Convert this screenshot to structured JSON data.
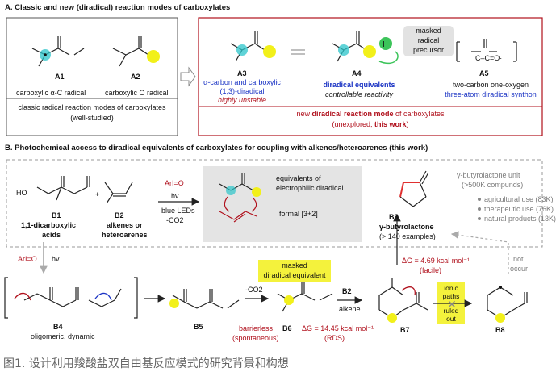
{
  "section_a": {
    "header": "A. Classic and new (diradical) reaction modes of carboxylates",
    "a1_label": "A1",
    "a1_desc": "carboxylic α-C radical",
    "a2_label": "A2",
    "a2_desc": "carboxylic O radical",
    "classic_note_line1": "classic radical reaction modes of carboxylates",
    "classic_note_line2": "(well-studied)",
    "a3_label": "A3",
    "a3_desc_line1": "α-carbon and carboxylic",
    "a3_desc_line2": "(1,3)-diradical",
    "a3_desc_line3": "highly unstable",
    "a4_label": "A4",
    "a4_desc_line1": "diradical equivalents",
    "a4_desc_line2": "controllable reactivity",
    "masked_line1": "masked",
    "masked_line2": "radical",
    "masked_line3": "precursor",
    "a5_label": "A5",
    "a5_desc_line1": "two-carbon one-oxygen",
    "a5_desc_line2": "three-atom diradical synthon",
    "new_note_line1_pre": "new ",
    "new_note_line1_bold": "diradical reaction mode",
    "new_note_line1_post": " of carboxylates",
    "new_note_line2_pre": "(unexplored, ",
    "new_note_line2_bold": "this work",
    "new_note_line2_post": ")"
  },
  "section_b": {
    "header": "B. Photochemical access to diradical equivalents of carboxylates for coupling with alkenes/heteroarenes (this work)",
    "b1_label": "B1",
    "b1_desc_line1": "1,1-dicarboxylic",
    "b1_desc_line2": "acids",
    "b2_label": "B2",
    "b2_desc_line1": "alkenes or",
    "b2_desc_line2": "heteroarenes",
    "reagent_arl": "ArI=O",
    "reagent_hv": "hv",
    "reagent_leds": "blue LEDs",
    "reagent_co2": "-CO2",
    "equiv_line1": "equivalents of",
    "equiv_line2": "electrophilic diradical",
    "formal": "formal [3+2]",
    "b3_label": "B3",
    "b3_desc_line1": "γ-butyrolactone",
    "b3_desc_line2": "(> 140 examples)",
    "unit_line1": "γ-butyrolactone unit",
    "unit_line2": "(>500K compunds)",
    "bullets": [
      "agricultural use (83K)",
      "therapeutic use (76K)",
      "natural products (13K)"
    ],
    "b4_label": "B4",
    "b4_desc": "oligomeric, dynamic",
    "b5_label": "B5",
    "b6_label": "B6",
    "b7_label": "B7",
    "b8_label": "B8",
    "masked_eq_line1": "masked",
    "masked_eq_line2": "diradical equivalent",
    "co2_step": "-CO2",
    "barrierless_line1": "barrierless",
    "barrierless_line2": "(spontaneous)",
    "dg1": "ΔG = 14.45 kcal mol⁻¹",
    "dg1_note": "(RDS)",
    "b2_alkene_label": "B2",
    "alkene": "alkene",
    "dg2": "ΔG = 4.69 kcal mol⁻¹",
    "dg2_note": "(facile)",
    "ionic_line1": "ionic",
    "ionic_line2": "paths",
    "ionic_line3": "ruled",
    "ionic_line4": "out",
    "not_occur_line1": "not",
    "not_occur_line2": "occur",
    "arl_small": "ArI=O",
    "hv_small": "hv"
  },
  "caption": "图1. 设计利用羧酸盐双自由基反应模式的研究背景和构想",
  "colors": {
    "blue": "#1a33c4",
    "red": "#b0101c",
    "cyan": "#2bc4c9",
    "yellow": "#f2f01a",
    "green": "#3cc45a"
  }
}
